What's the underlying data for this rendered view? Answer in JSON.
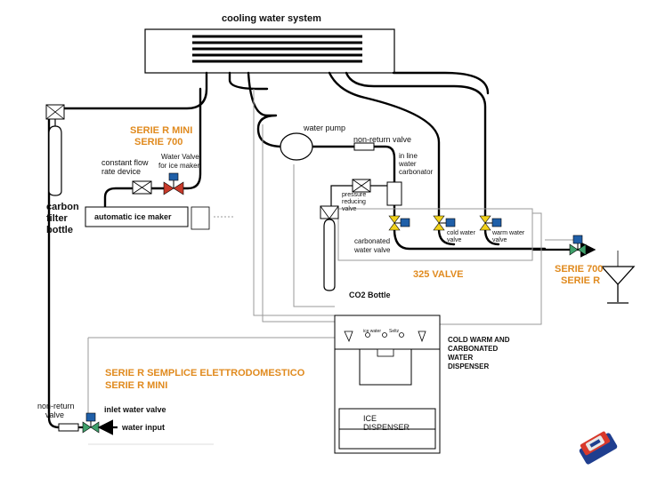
{
  "labels": {
    "cooling_system": "cooling water system",
    "serie_r_mini_700_l1": "SERIE R MINI",
    "serie_r_mini_700_l2": "SERIE 700",
    "constant_flow_l1": "constant flow",
    "constant_flow_l2": "rate device",
    "water_valve_ice_l1": "Water Valve",
    "water_valve_ice_l2": "for ice maker",
    "carbon_filter_l1": "carbon",
    "carbon_filter_l2": "filter",
    "carbon_filter_l3": "bottle",
    "ice_maker": "automatic ice maker",
    "water_pump": "water pump",
    "non_return_valve_top": "non-return valve",
    "inline_carbonator_l1": "in line",
    "inline_carbonator_l2": "water",
    "inline_carbonator_l3": "carbonator",
    "pressure_reducing_l1": "pressure",
    "pressure_reducing_l2": "reducing",
    "pressure_reducing_l3": "valve",
    "carbonated_valve_l1": "carbonated",
    "carbonated_valve_l2": "water valve",
    "cold_water_valve_l1": "cold water",
    "cold_water_valve_l2": "valve",
    "warm_water_valve_l1": "warm water",
    "warm_water_valve_l2": "valve",
    "valve_325": "325 VALVE",
    "serie_700_r_l1": "SERIE 700",
    "serie_700_r_l2": "SERIE R",
    "co2_bottle": "CO2 Bottle",
    "dispenser_l1": "COLD WARM AND",
    "dispenser_l2": "CARBONATED",
    "dispenser_l3": "WATER",
    "dispenser_l4": "DISPENSER",
    "tap_ice_water": "ice water",
    "tap_seltz": "Seltz",
    "ice_dispenser_l1": "ICE",
    "ice_dispenser_l2": "DISPENSER",
    "serie_semplice_l1": "SERIE R SEMPLICE ELETTRODOMESTICO",
    "serie_semplice_l2": "SERIE R MINI",
    "non_return_valve_bottom_l1": "non-return",
    "non_return_valve_bottom_l2": "valve",
    "inlet_water_valve": "inlet water valve",
    "water_input": "water input"
  },
  "colors": {
    "accent_orange": "#E08A1E",
    "solenoid_blue": "#1F5FA8",
    "valve_yellow": "#F2D21B",
    "valve_red": "#C83A2A",
    "valve_green": "#3FA06B"
  },
  "icons": [
    "cooling-grille-icon",
    "carbon-filter-bottle-icon",
    "co2-bottle-icon",
    "water-pump-icon",
    "solenoid-valve-icon",
    "cocktail-glass-icon",
    "brand-logo-icon"
  ]
}
